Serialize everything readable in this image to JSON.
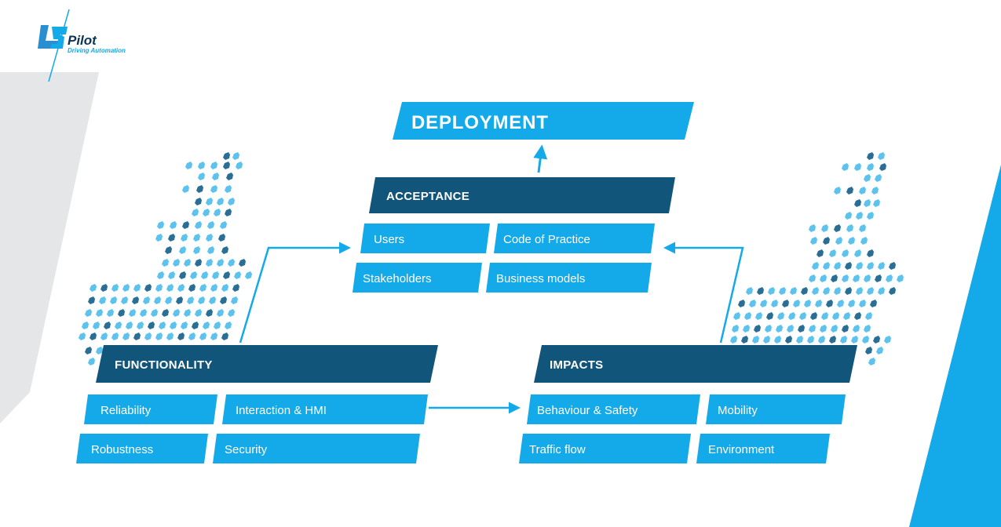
{
  "logo": {
    "name": "Pilot",
    "tagline": "Driving Automation"
  },
  "colors": {
    "light_blue": "#14a9e8",
    "dark_blue": "#12557a",
    "grey_band": "#e5e6e8",
    "car_light": "#5cc2ee",
    "car_dark": "#2a6e96"
  },
  "diagram": {
    "deployment": "DEPLOYMENT",
    "acceptance": {
      "title": "ACCEPTANCE",
      "items": [
        "Users",
        "Code of Practice",
        "Stakeholders",
        "Business models"
      ]
    },
    "functionality": {
      "title": "FUNCTIONALITY",
      "items": [
        "Reliability",
        "Interaction & HMI",
        "Robustness",
        "Security"
      ]
    },
    "impacts": {
      "title": "IMPACTS",
      "items": [
        "Behaviour & Safety",
        "Mobility",
        "Traffic flow",
        "Environment"
      ]
    }
  },
  "icons": {
    "cluster_icon": "car-icon"
  }
}
